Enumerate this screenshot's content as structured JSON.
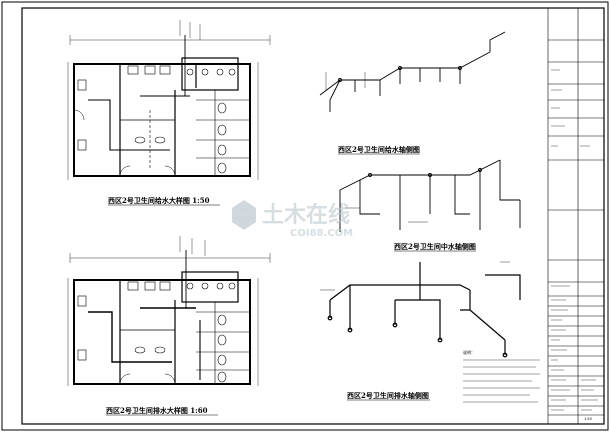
{
  "titles": {
    "plan_supply": "西区2号卫生间给水大样图 1:50",
    "plan_drain": "西区2号卫生间排水大样图 1:60",
    "axo_supply": "西区2号卫生间给水轴侧图",
    "axo_hot": "西区2号卫生间中水轴侧图",
    "axo_drain": "西区2号卫生间排水轴侧图"
  },
  "watermark": {
    "cn": "土木在线",
    "en": "COI88.COM"
  },
  "notes": {
    "heading": "说明："
  },
  "title_block": {
    "scale": "1:50"
  },
  "colors": {
    "line": "#000000",
    "pipe": "#1a1a1a",
    "watermark": "#b8c4cc",
    "border": "#000000"
  }
}
